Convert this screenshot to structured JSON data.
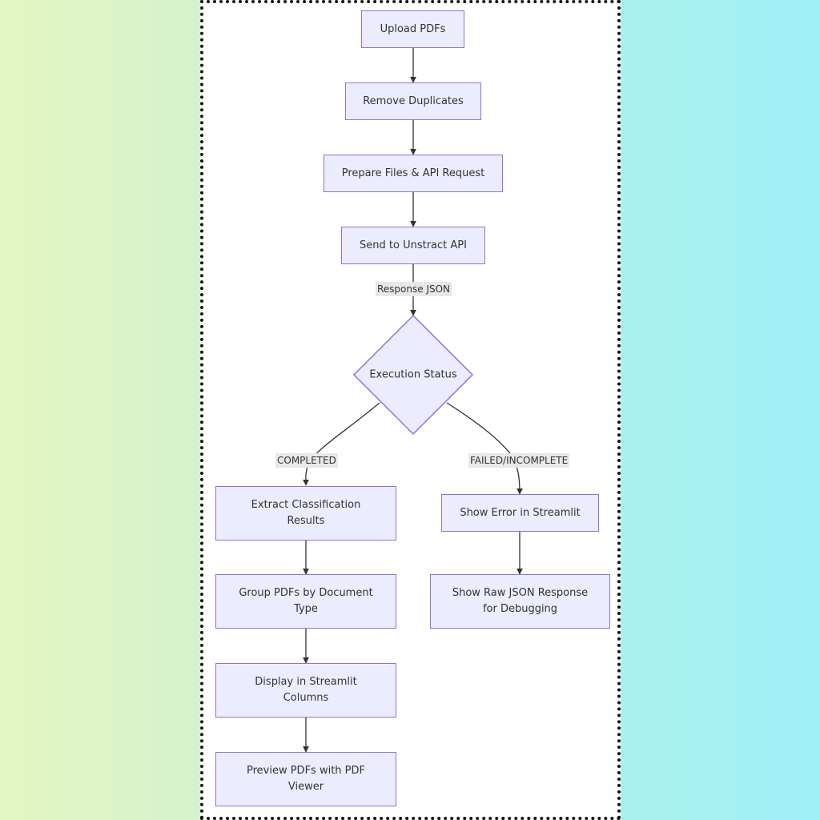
{
  "nodes": {
    "upload": "Upload PDFs",
    "dedupe": "Remove Duplicates",
    "prepare": "Prepare Files & API Request",
    "send": "Send to Unstract API",
    "status": "Execution Status",
    "extract": "Extract Classification Results",
    "group": "Group PDFs by Document Type",
    "display": "Display in Streamlit Columns",
    "preview": "Preview PDFs with PDF Viewer",
    "error": "Show Error in Streamlit",
    "raw": "Show Raw JSON Response for Debugging"
  },
  "edges": {
    "response_json": "Response JSON",
    "completed": "COMPLETED",
    "failed": "FAILED/INCOMPLETE"
  },
  "colors": {
    "node_fill": "#ececff",
    "node_stroke": "#9370db",
    "edge": "#333333",
    "label_bg": "#e8e8e8"
  }
}
